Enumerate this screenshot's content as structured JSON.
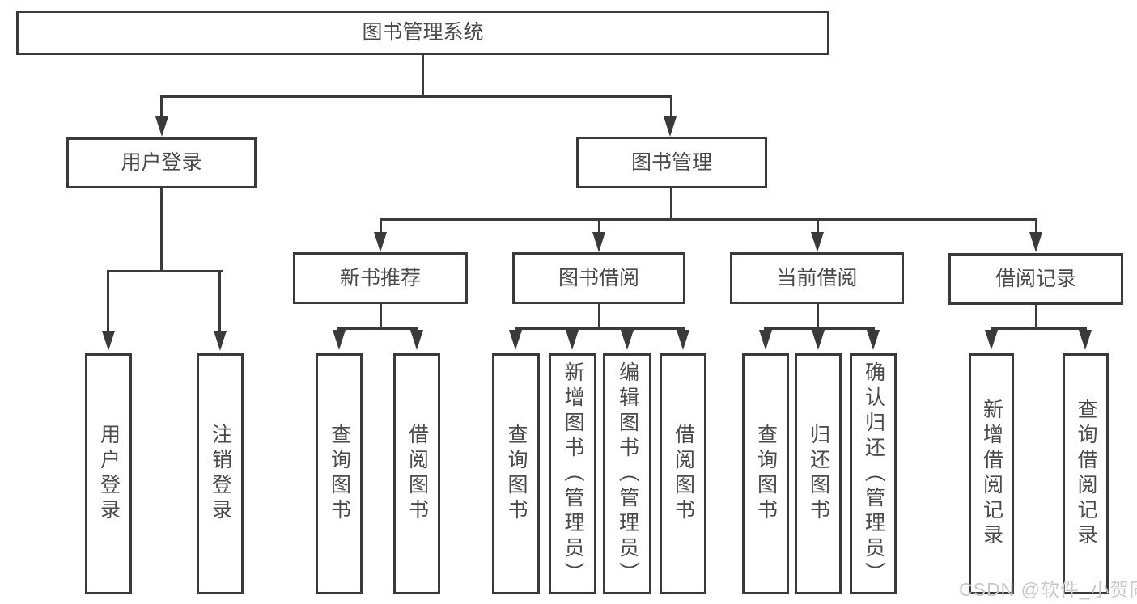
{
  "colors": {
    "line": "#3a3a3a",
    "text": "#4a4a4a",
    "watermark": "#c9c9c9",
    "background": "#ffffff"
  },
  "watermark": {
    "text": "CSDN @软件_小贺同学"
  },
  "diagram": {
    "root": {
      "label": "图书管理系统"
    },
    "branches": [
      {
        "label": "用户登录",
        "children": [
          {
            "label": "用户登录"
          },
          {
            "label": "注销登录"
          }
        ]
      },
      {
        "label": "图书管理",
        "children": [
          {
            "label": "新书推荐",
            "children": [
              {
                "label": "查询图书"
              },
              {
                "label": "借阅图书"
              }
            ]
          },
          {
            "label": "图书借阅",
            "children": [
              {
                "label": "查询图书"
              },
              {
                "label": "新增图书（管理员）"
              },
              {
                "label": "编辑图书（管理员）"
              },
              {
                "label": "借阅图书"
              }
            ]
          },
          {
            "label": "当前借阅",
            "children": [
              {
                "label": "查询图书"
              },
              {
                "label": "归还图书"
              },
              {
                "label": "确认归还（管理员）"
              }
            ]
          },
          {
            "label": "借阅记录",
            "children": [
              {
                "label": "新增借阅记录"
              },
              {
                "label": "查询借阅记录"
              }
            ]
          }
        ]
      }
    ]
  }
}
